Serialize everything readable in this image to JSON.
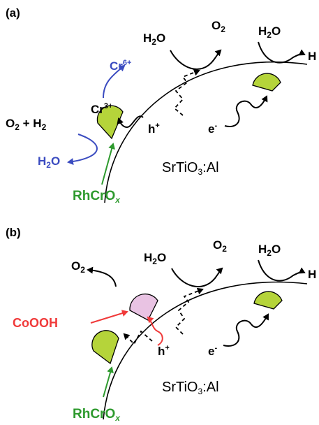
{
  "colors": {
    "cocatalyst_fill": "#b5d43a",
    "cooh_fill": "#e9c3e3",
    "blue": "#3a4bc0",
    "green": "#2e9a2e",
    "red": "#f03a3a",
    "black": "#000000"
  },
  "panel_a": {
    "label": "(a)",
    "material": "SrTiO",
    "material_sub": "3",
    "material_tail": ":Al",
    "cocatalyst": "RhCrO",
    "cocatalyst_sub": "x",
    "cr_low": "Cr",
    "cr_low_sup": "3+",
    "cr_high": "Cr",
    "cr_high_sup": "6+",
    "o2_h2": "O",
    "o2_h2_sub": "2",
    "o2_h2_mid": " + H",
    "o2_h2_sub2": "2",
    "h2o_blue": "H",
    "h2o_blue_sub": "2",
    "h2o_blue_tail": "O",
    "h2o_1": "H",
    "h2o_1_sub": "2",
    "h2o_1_tail": "O",
    "o2_1": "O",
    "o2_1_sub": "2",
    "h2o_2": "H",
    "h2o_2_sub": "2",
    "h2o_2_tail": "O",
    "h2_cut": "H",
    "hole": "h",
    "hole_sup": "+",
    "electron": "e",
    "electron_sup": "-"
  },
  "panel_b": {
    "label": "(b)",
    "material": "SrTiO",
    "material_sub": "3",
    "material_tail": ":Al",
    "cocatalyst": "RhCrO",
    "cocatalyst_sub": "x",
    "cooh": "CoOOH",
    "o2_left": "O",
    "o2_left_sub": "2",
    "h2o_1": "H",
    "h2o_1_sub": "2",
    "h2o_1_tail": "O",
    "o2_mid": "O",
    "o2_mid_sub": "2",
    "h2o_2": "H",
    "h2o_2_sub": "2",
    "h2o_2_tail": "O",
    "h2_cut": "H",
    "hole": "h",
    "hole_sup": "+",
    "electron": "e",
    "electron_sup": "-"
  }
}
